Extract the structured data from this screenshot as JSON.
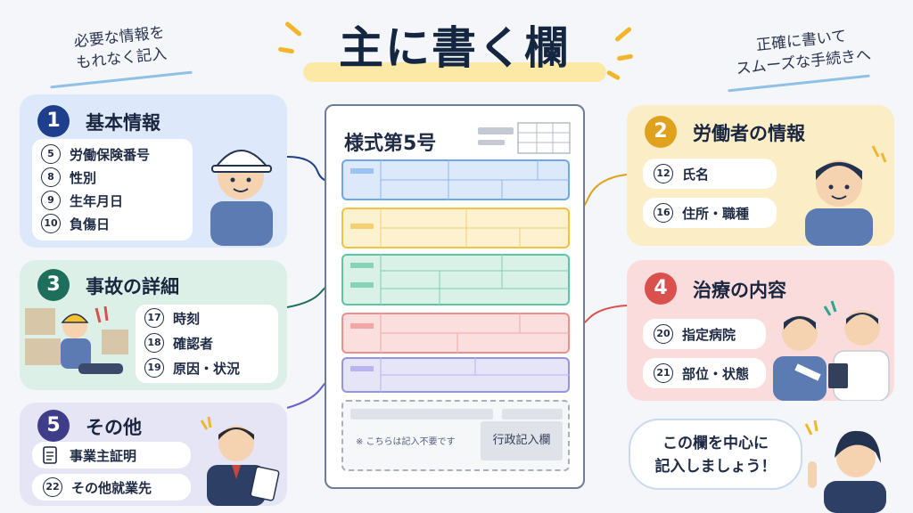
{
  "title": "主に書く欄",
  "note_left": {
    "line1": "必要な情報を",
    "line2": "もれなく記入"
  },
  "note_right": {
    "line1": "正確に書いて",
    "line2": "スムーズな手続きへ"
  },
  "form": {
    "title": "様式第5号",
    "exempt_note": "※ こちらは記入不要です",
    "admin_label": "行政記入欄"
  },
  "cards": {
    "basic": {
      "number": "1",
      "title": "基本情報",
      "items": [
        {
          "num": "5",
          "label": "労働保険番号"
        },
        {
          "num": "8",
          "label": "性別"
        },
        {
          "num": "9",
          "label": "生年月日"
        },
        {
          "num": "10",
          "label": "負傷日"
        }
      ]
    },
    "accident": {
      "number": "3",
      "title": "事故の詳細",
      "items": [
        {
          "num": "17",
          "label": "時刻"
        },
        {
          "num": "18",
          "label": "確認者"
        },
        {
          "num": "19",
          "label": "原因・状況"
        }
      ]
    },
    "other": {
      "number": "5",
      "title": "その他",
      "items": [
        {
          "num": "",
          "label": "事業主証明"
        },
        {
          "num": "22",
          "label": "その他就業先"
        }
      ]
    },
    "worker": {
      "number": "2",
      "title": "労働者の情報",
      "items": [
        {
          "num": "12",
          "label": "氏名"
        },
        {
          "num": "16",
          "label": "住所・職種"
        }
      ]
    },
    "treatment": {
      "number": "4",
      "title": "治療の内容",
      "items": [
        {
          "num": "20",
          "label": "指定病院"
        },
        {
          "num": "21",
          "label": "部位・状態"
        }
      ]
    }
  },
  "speech": {
    "line1": "この欄を中心に",
    "line2": "記入しましょう！"
  },
  "colors": {
    "blue": "#1f3f8c",
    "yellow": "#e0a21e",
    "green": "#1d6e5a",
    "red": "#d9504d",
    "purple": "#3f3c8a"
  }
}
